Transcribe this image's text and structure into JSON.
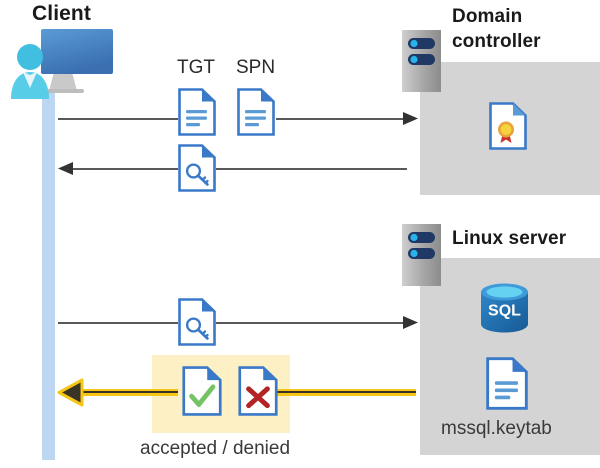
{
  "diagram": {
    "title_client": "Client",
    "title_domain_controller": "Domain\ncontroller",
    "title_domain_controller_line1": "Domain",
    "title_domain_controller_line2": "controller",
    "title_linux_server": "Linux server",
    "label_tgt": "TGT",
    "label_spn": "SPN",
    "label_keytab": "mssql.keytab",
    "caption_result": "accepted / denied",
    "icons": {
      "client": "user-workstation-icon",
      "server_dc": "server-rack-icon",
      "server_linux": "server-rack-icon",
      "tgt_document": "document-icon",
      "spn_document": "document-icon",
      "ticket_key_document": "document-key-icon",
      "service_ticket_key_document": "document-key-icon",
      "certificate": "certificate-document-icon",
      "sql_database": "sql-database-icon",
      "keytab_document": "document-icon",
      "accepted": "document-check-icon",
      "denied": "document-cross-icon"
    },
    "flows": [
      {
        "id": "flow-1",
        "direction": "right",
        "from": "client",
        "to": "domain-controller",
        "style": "thin-gray"
      },
      {
        "id": "flow-2",
        "direction": "left",
        "from": "domain-controller",
        "to": "client",
        "style": "thin-gray"
      },
      {
        "id": "flow-3",
        "direction": "right",
        "from": "client",
        "to": "linux-server",
        "style": "thin-gray"
      },
      {
        "id": "flow-4",
        "direction": "left",
        "from": "linux-server",
        "to": "client",
        "style": "thick-yellow"
      }
    ],
    "colors": {
      "panel_gray": "#d4d4d4",
      "lifeline_blue": "#bdd7f3",
      "highlight_yellow": "#fcf0c4",
      "arrow_yellow": "#f5c518",
      "line_gray": "#595959",
      "doc_blue": "#3a78c8",
      "accent_check_green": "#74c365",
      "accent_cross_red": "#b32424",
      "sql_blue": "#1f6eb5",
      "cert_gold": "#f2c200",
      "cert_red": "#c9312b"
    }
  }
}
